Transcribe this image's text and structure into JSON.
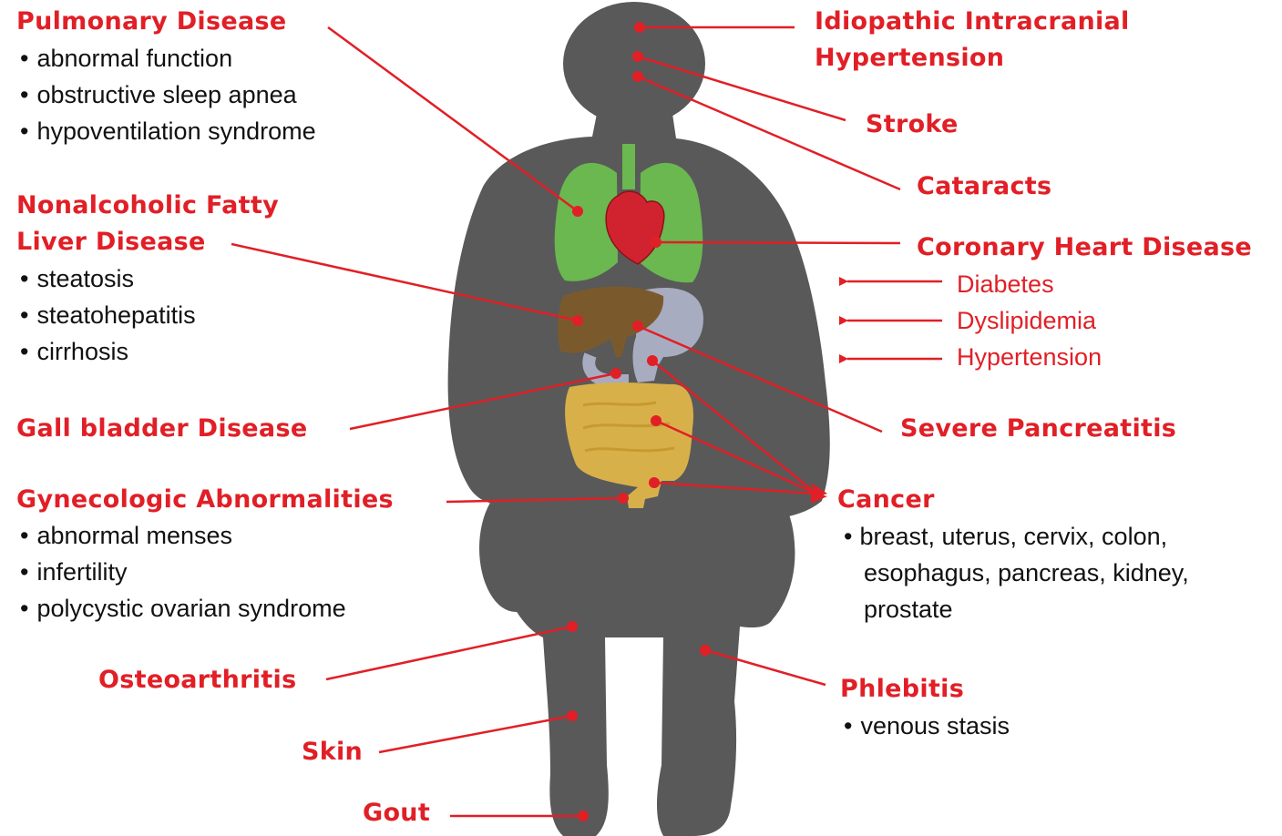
{
  "colors": {
    "accent_red": "#e11f26",
    "body_gray": "#595959",
    "lungs_green": "#6ab84f",
    "heart_red": "#d1232f",
    "liver_brown": "#7a5a2d",
    "stomach_gray": "#a8acc0",
    "intestine_yellow": "#d8b04a",
    "text_black": "#111111"
  },
  "left": {
    "pulmonary": {
      "title": "Pulmonary Disease",
      "items": [
        "abnormal function",
        "obstructive sleep apnea",
        "hypoventilation syndrome"
      ]
    },
    "liver": {
      "title_line1": "Nonalcoholic Fatty",
      "title_line2": "Liver Disease",
      "items": [
        "steatosis",
        "steatohepatitis",
        "cirrhosis"
      ]
    },
    "gall_bladder": {
      "title": "Gall bladder Disease"
    },
    "gynecologic": {
      "title": "Gynecologic Abnormalities",
      "items": [
        "abnormal menses",
        "infertility",
        "polycystic ovarian syndrome"
      ]
    },
    "osteoarthritis": {
      "title": "Osteoarthritis"
    },
    "skin": {
      "title": "Skin"
    },
    "gout": {
      "title": "Gout"
    }
  },
  "right": {
    "iih": {
      "line1": "Idiopathic Intracranial",
      "line2": "Hypertension"
    },
    "stroke": {
      "title": "Stroke"
    },
    "cataracts": {
      "title": "Cataracts"
    },
    "chd": {
      "title": "Coronary Heart Disease",
      "factors": [
        "Diabetes",
        "Dyslipidemia",
        "Hypertension"
      ]
    },
    "pancreatitis": {
      "title": "Severe Pancreatitis"
    },
    "cancer": {
      "title": "Cancer",
      "text": "breast, uterus, cervix, colon, esophagus, pancreas, kidney, prostate"
    },
    "phlebitis": {
      "title": "Phlebitis",
      "items": [
        "venous stasis"
      ]
    }
  }
}
